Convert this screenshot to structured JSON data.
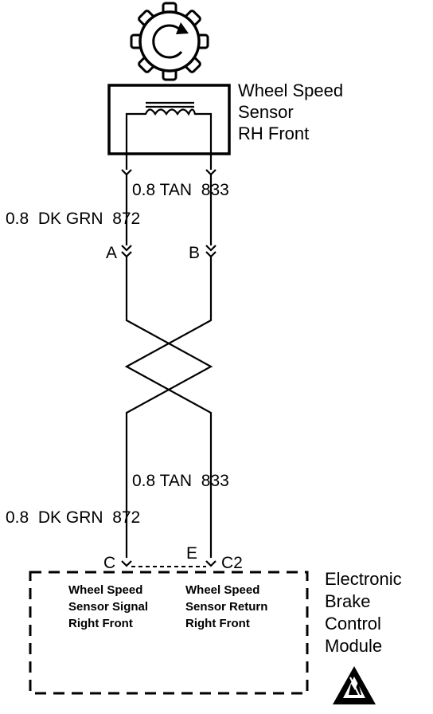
{
  "sensor": {
    "title_lines": [
      "Wheel Speed",
      "Sensor",
      "RH Front"
    ]
  },
  "wires": {
    "upper_left": "0.8  DK GRN  872",
    "upper_right": "0.8 TAN  833",
    "lower_left": "0.8  DK GRN  872",
    "lower_right": "0.8 TAN  833"
  },
  "connectors": {
    "upper_a": "A",
    "upper_b": "B",
    "lower_c": "C",
    "lower_e": "E",
    "lower_c2": "C2"
  },
  "module": {
    "title_lines": [
      "Electronic",
      "Brake",
      "Control",
      "Module"
    ],
    "pin_left_lines": [
      "Wheel Speed",
      "Sensor Signal",
      "Right Front"
    ],
    "pin_right_lines": [
      "Wheel Speed",
      "Sensor Return",
      "Right Front"
    ],
    "esd_icon": "esd-warning-icon"
  }
}
